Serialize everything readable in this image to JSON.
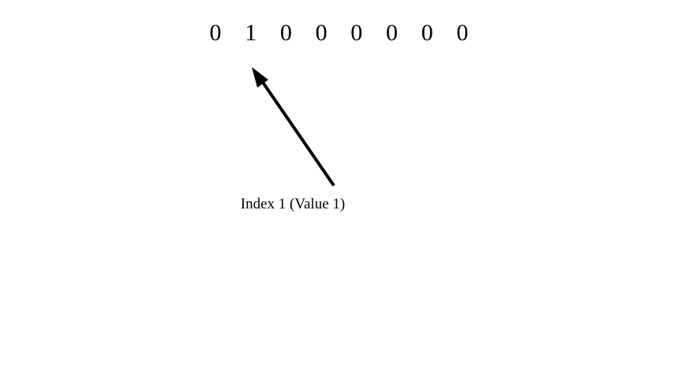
{
  "array": {
    "values": [
      "0",
      "1",
      "0",
      "0",
      "0",
      "0",
      "0",
      "0"
    ],
    "highlighted_index": 1
  },
  "annotation": {
    "label": "Index 1 (Value 1)"
  },
  "colors": {
    "foreground": "#000000",
    "background": "#ffffff"
  }
}
